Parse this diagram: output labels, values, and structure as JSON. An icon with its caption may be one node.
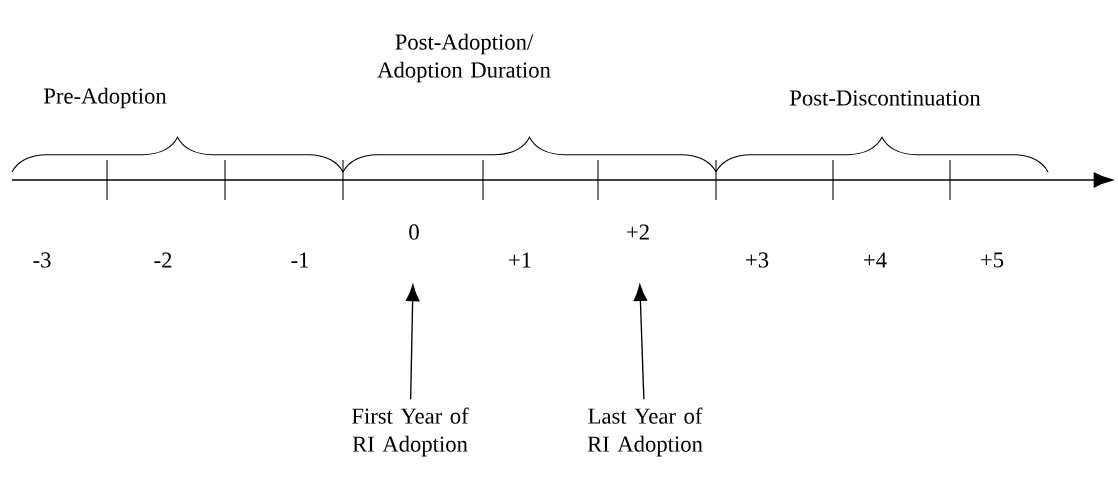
{
  "diagram": {
    "nodes": [
      {
        "text": [
          "0"
        ]
      },
      {
        "text": [
          "+2"
        ]
      },
      {
        "text": [
          "First Year of RI Adoption"
        ]
      },
      {
        "text": [
          "Last Year of RI Adoption"
        ]
      }
    ],
    "edges": [
      {
        "from": 2,
        "to": 0,
        "arrow": "to"
      },
      {
        "from": 3,
        "to": 1,
        "arrow": "to"
      }
    ],
    "labels": [
      "Post-Adoption/ Adoption Duration",
      "Pre-Adoption",
      "Post-Discontinuation",
      "-3",
      "-2",
      "-1",
      "+1",
      "+3",
      "+4",
      "+5"
    ]
  }
}
